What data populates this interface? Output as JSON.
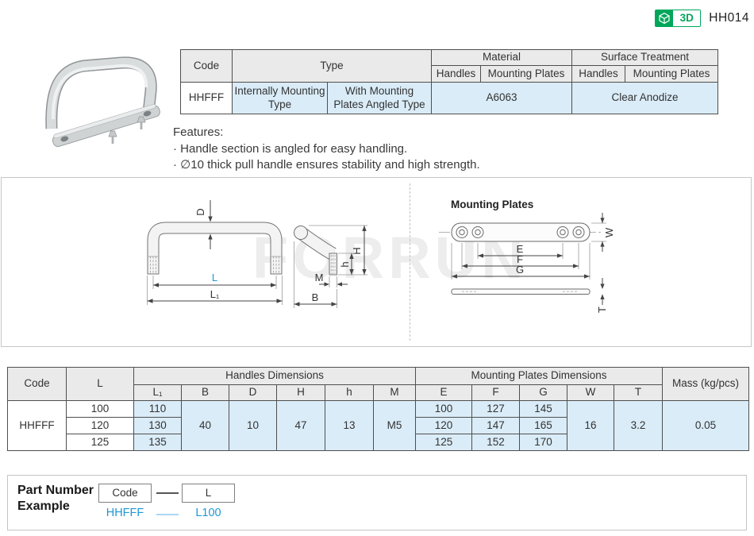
{
  "header": {
    "code": "HH014",
    "badge_3d_label": "3D"
  },
  "colors": {
    "accent_blue": "#1f97d4",
    "cell_blue": "#daecf8",
    "header_gray": "#eaeaea",
    "badge_green": "#00a65a"
  },
  "spec_table": {
    "col_code": "Code",
    "col_type": "Type",
    "col_material": "Material",
    "col_surface": "Surface Treatment",
    "sub_handles_mat": "Handles",
    "sub_plates_mat": "Mounting Plates",
    "sub_handles_st": "Handles",
    "sub_plates_st": "Mounting Plates",
    "row": {
      "code": "HHFFF",
      "type_1": "Internally Mounting Type",
      "type_2": "With Mounting Plates Angled Type",
      "material": "A6063",
      "surface": "Clear Anodize"
    }
  },
  "features": {
    "title": "Features:",
    "line1": "· Handle section is angled for easy handling.",
    "line2": "· ∅10 thick pull handle ensures stability and high strength."
  },
  "drawing": {
    "watermark": "FORRUN",
    "mounting_plates_title": "Mounting Plates",
    "labels": {
      "D": "D",
      "L": "L",
      "L1": "L₁",
      "H": "H",
      "h": "h",
      "M": "M",
      "B": "B",
      "E": "E",
      "F": "F",
      "G": "G",
      "W": "W",
      "T": "T"
    }
  },
  "dim_table": {
    "col_code": "Code",
    "col_l": "L",
    "group_handles": "Handles Dimensions",
    "group_plates": "Mounting Plates Dimensions",
    "col_mass": "Mass (kg/pcs)",
    "sub": {
      "L1": "L₁",
      "B": "B",
      "D": "D",
      "H": "H",
      "h": "h",
      "M": "M",
      "E": "E",
      "F": "F",
      "G": "G",
      "W": "W",
      "T": "T"
    },
    "code": "HHFFF",
    "rows": [
      {
        "L": "100",
        "L1": "110",
        "E": "100",
        "F": "127",
        "G": "145"
      },
      {
        "L": "120",
        "L1": "130",
        "E": "120",
        "F": "147",
        "G": "165"
      },
      {
        "L": "125",
        "L1": "135",
        "E": "125",
        "F": "152",
        "G": "170"
      }
    ],
    "shared": {
      "B": "40",
      "D": "10",
      "H": "47",
      "h": "13",
      "M": "M5",
      "W": "16",
      "T": "3.2",
      "mass": "0.05"
    }
  },
  "pn_example": {
    "title1": "Part Number",
    "title2": "Example",
    "box_code": "Code",
    "box_l": "L",
    "value_code": "HHFFF",
    "value_l": "L100"
  }
}
